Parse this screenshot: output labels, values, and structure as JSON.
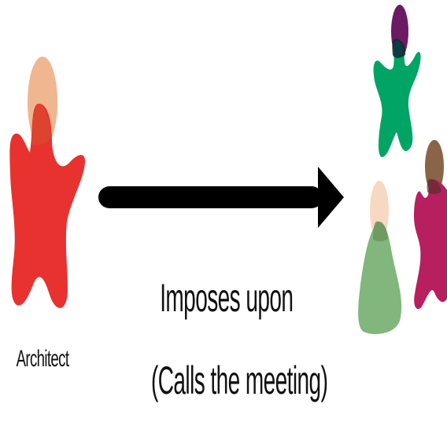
{
  "diagram": {
    "source_label": "Architect",
    "action_label": "Imposes upon",
    "action_sublabel": "(Calls the meeting)"
  },
  "colors": {
    "architect_body": "#e8322f",
    "architect_head": "#f0b690",
    "arrow": "#000000",
    "member_green_body": "#00a464",
    "member_green_head": "#6b1a63",
    "member_sage_body": "#81b67c",
    "member_sage_head": "#f7d9c3",
    "member_magenta_body": "#b81f5e",
    "member_magenta_head": "#8b6448",
    "text": "#111111"
  },
  "icons": {
    "source": "person-figure-icon",
    "arrow": "right-arrow-icon",
    "group": "group-of-people-icon"
  }
}
